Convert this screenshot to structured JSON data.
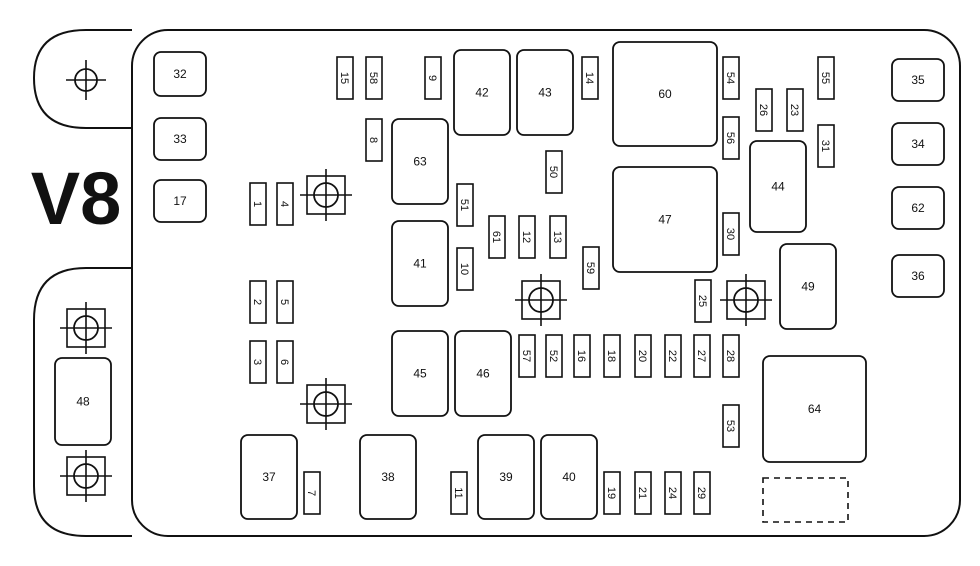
{
  "title": "V8",
  "fuses": [
    "15",
    "58",
    "9",
    "14",
    "54",
    "55",
    "26",
    "23",
    "8",
    "56",
    "31",
    "50",
    "51",
    "61",
    "12",
    "13",
    "30",
    "59",
    "10",
    "25",
    "57",
    "52",
    "16",
    "18",
    "20",
    "22",
    "27",
    "28",
    "53",
    "7",
    "11",
    "19",
    "21",
    "24",
    "29",
    "1",
    "4",
    "2",
    "5",
    "3",
    "6"
  ],
  "relays": [
    "32",
    "33",
    "17",
    "42",
    "43",
    "60",
    "63",
    "35",
    "34",
    "44",
    "47",
    "62",
    "41",
    "49",
    "36",
    "45",
    "46",
    "64",
    "48",
    "37",
    "38",
    "39",
    "40"
  ],
  "studs": [
    "stud",
    "stud",
    "stud",
    "stud",
    "stud",
    "stud",
    "stud"
  ]
}
